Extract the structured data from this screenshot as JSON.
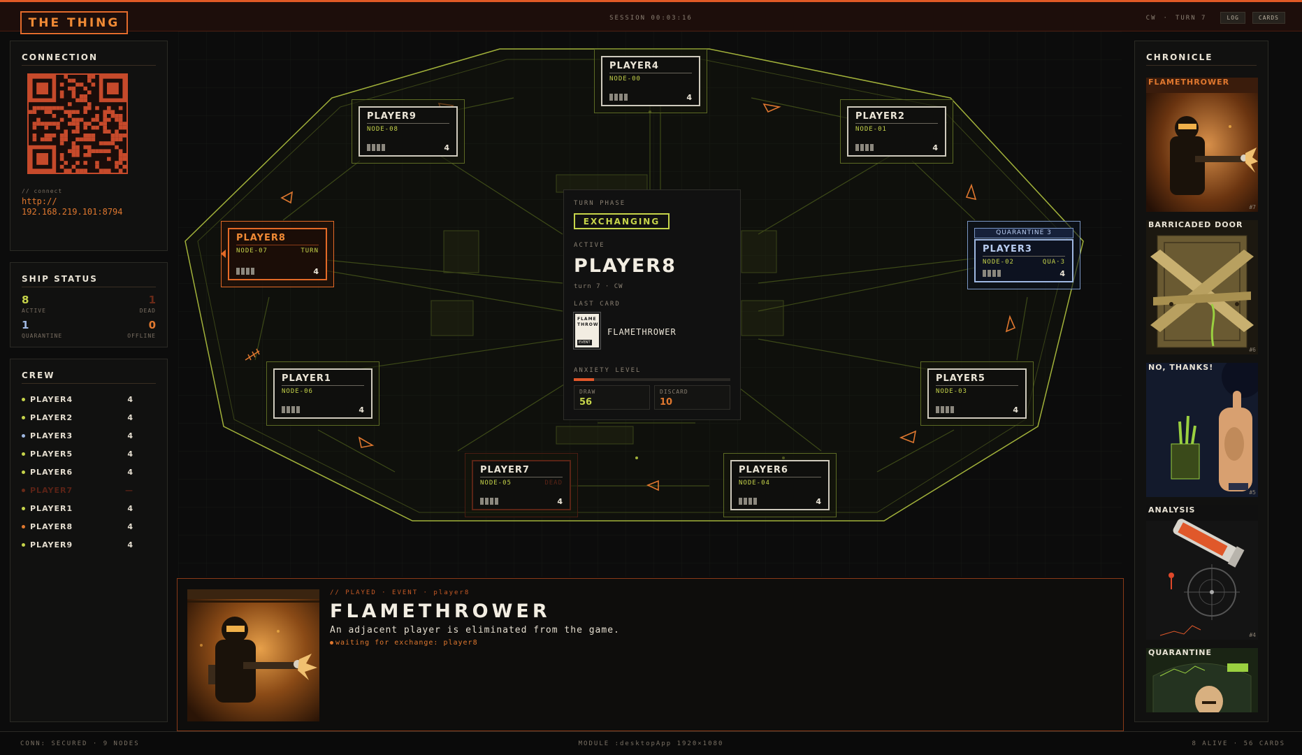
{
  "header": {
    "logo": "THE THING",
    "session": "SESSION  00:03:16",
    "direction": "CW",
    "separator": "·",
    "turn": "TURN 7",
    "log_label": "LOG",
    "cards_label": "CARDS"
  },
  "connection": {
    "title": "CONNECTION",
    "label": "// connect",
    "url_line1": "http://",
    "url_line2": "192.168.219.101:8794"
  },
  "ship_status": {
    "title": "SHIP STATUS",
    "active": "8",
    "active_label": "ACTIVE",
    "dead": "1",
    "dead_label": "DEAD",
    "quarantine": "1",
    "quarantine_label": "QUARANTINE",
    "offline": "0",
    "offline_label": "OFFLINE"
  },
  "crew": {
    "title": "CREW",
    "members": [
      {
        "name": "PLAYER4",
        "count": "4",
        "status": "ok"
      },
      {
        "name": "PLAYER2",
        "count": "4",
        "status": "ok"
      },
      {
        "name": "PLAYER3",
        "count": "4",
        "status": "quarantine"
      },
      {
        "name": "PLAYER5",
        "count": "4",
        "status": "ok"
      },
      {
        "name": "PLAYER6",
        "count": "4",
        "status": "ok"
      },
      {
        "name": "PLAYER7",
        "count": "—",
        "status": "dead"
      },
      {
        "name": "PLAYER1",
        "count": "4",
        "status": "ok"
      },
      {
        "name": "PLAYER8",
        "count": "4",
        "status": "active"
      },
      {
        "name": "PLAYER9",
        "count": "4",
        "status": "ok"
      }
    ]
  },
  "nodes": [
    {
      "name": "PLAYER4",
      "id": "NODE-00",
      "tag": "",
      "count": "4",
      "state": "normal"
    },
    {
      "name": "PLAYER9",
      "id": "NODE-08",
      "tag": "",
      "count": "4",
      "state": "normal"
    },
    {
      "name": "PLAYER2",
      "id": "NODE-01",
      "tag": "",
      "count": "4",
      "state": "normal"
    },
    {
      "name": "PLAYER8",
      "id": "NODE-07",
      "tag": "TURN",
      "count": "4",
      "state": "active"
    },
    {
      "name": "PLAYER3",
      "id": "NODE-02",
      "tag": "QUA·3",
      "count": "4",
      "state": "quarantine",
      "banner": "QUARANTINE  3"
    },
    {
      "name": "PLAYER1",
      "id": "NODE-06",
      "tag": "",
      "count": "4",
      "state": "normal"
    },
    {
      "name": "PLAYER5",
      "id": "NODE-03",
      "tag": "",
      "count": "4",
      "state": "normal"
    },
    {
      "name": "PLAYER7",
      "id": "NODE-05",
      "tag": "DEAD",
      "count": "4",
      "state": "dead"
    },
    {
      "name": "PLAYER6",
      "id": "NODE-04",
      "tag": "",
      "count": "4",
      "state": "normal"
    }
  ],
  "center": {
    "phase_label": "TURN PHASE",
    "phase": "EXCHANGING",
    "active_label": "ACTIVE",
    "active_player": "PLAYER8",
    "turn_line": "turn 7  ·  CW",
    "last_card_label": "LAST CARD",
    "mini_title": "FLAME THROW",
    "mini_badge": "EVENT",
    "last_card": "FLAMETHROWER",
    "anxiety_label": "ANXIETY LEVEL",
    "anxiety": 0.13,
    "draw_label": "DRAW",
    "draw": "56",
    "discard_label": "DISCARD",
    "discard": "10"
  },
  "played": {
    "meta": "// PLAYED · EVENT · player8",
    "title": "FLAMETHROWER",
    "desc": "An adjacent player is eliminated from the game.",
    "wait": "waiting for exchange: player8"
  },
  "chronicle": {
    "title": "CHRONICLE",
    "cards": [
      {
        "title": "FLAMETHROWER",
        "num": "#7"
      },
      {
        "title": "BARRICADED DOOR",
        "num": "#6"
      },
      {
        "title": "NO, THANKS!",
        "num": "#5"
      },
      {
        "title": "ANALYSIS",
        "num": "#4"
      },
      {
        "title": "QUARANTINE",
        "num": ""
      }
    ]
  },
  "footer": {
    "left": "CONN: SECURED · 9 NODES",
    "center": "MODULE :desktopApp  1920×1080",
    "right": "8 ALIVE · 56 CARDS"
  },
  "colors": {
    "accent": "#e05a26",
    "lime": "#c6d44a",
    "quarantine": "#9fb8e2",
    "dead": "#5a2216"
  }
}
